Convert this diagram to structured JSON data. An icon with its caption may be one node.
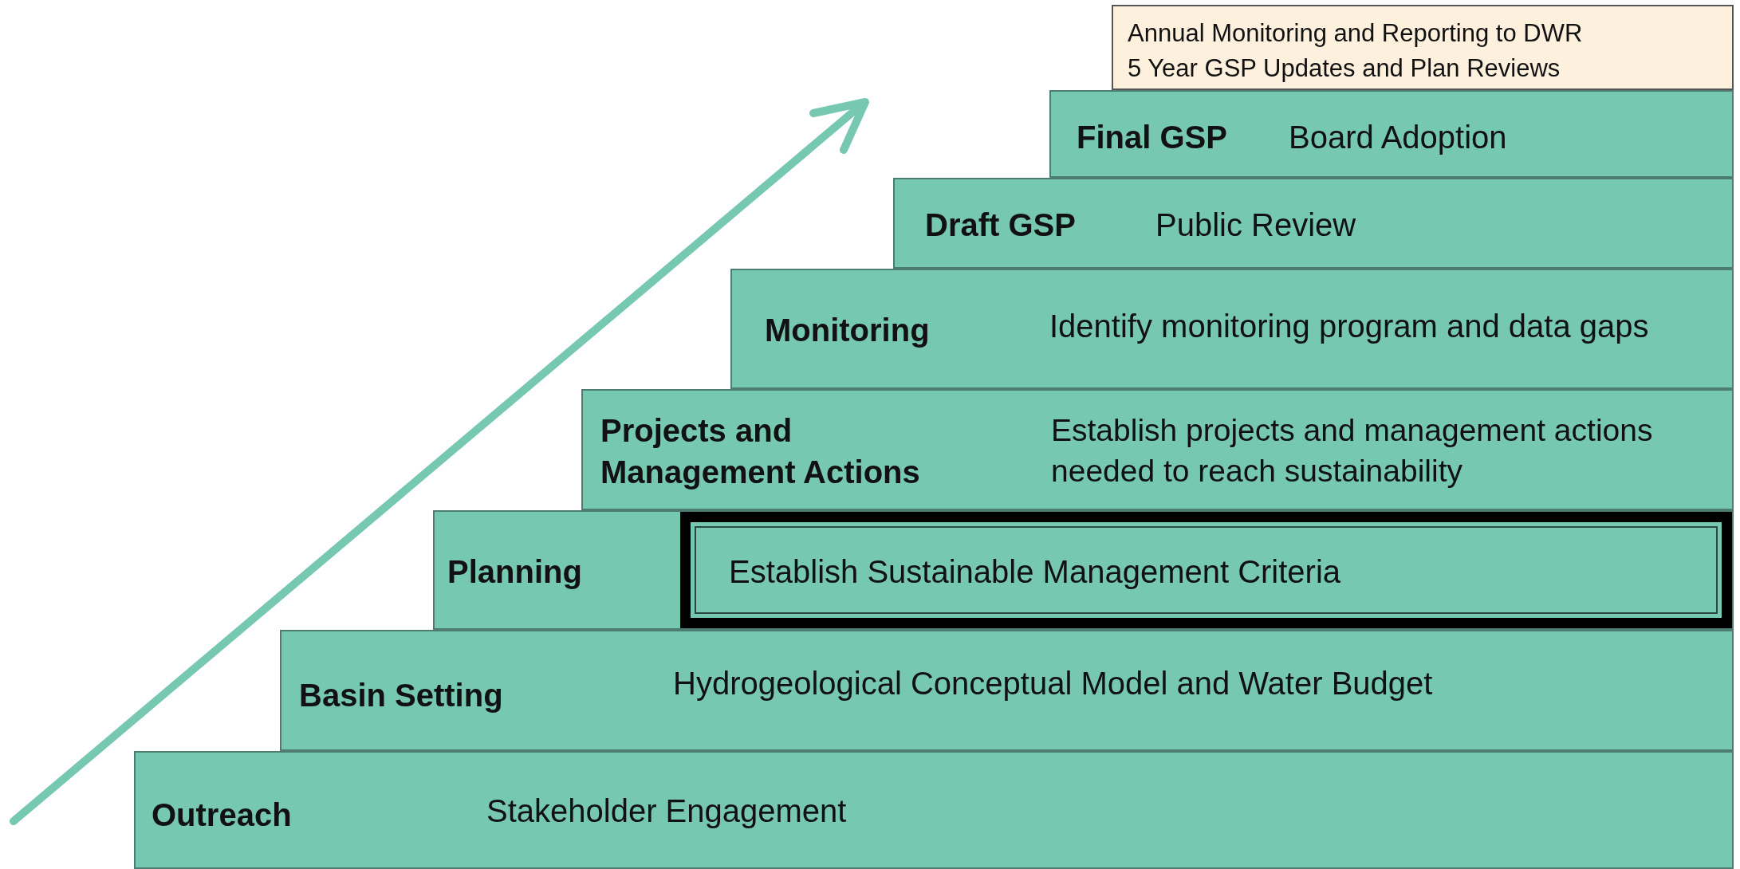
{
  "diagram": {
    "nodes": [
      {
        "text": [
          "Annual Monitoring and Reporting to DWR",
          "5 Year GSP Updates and Plan Reviews"
        ]
      },
      {
        "text": [
          "Final GSP",
          "Board Adoption"
        ]
      },
      {
        "text": [
          "Draft GSP",
          "Public Review"
        ]
      },
      {
        "text": [
          "Monitoring",
          "Identify monitoring program and data gaps"
        ]
      },
      {
        "text": [
          "Projects and Management Actions",
          "Establish projects and management actions needed to reach sustainability"
        ]
      },
      {
        "text": [
          "Planning"
        ]
      },
      {
        "text": [
          "Establish Sustainable Management Criteria"
        ],
        "in": 5
      },
      {
        "text": [
          "Basin Setting",
          "Hydrogeological Conceptual Model and Water Budget"
        ]
      },
      {
        "text": [
          "Outreach",
          "Stakeholder Engagement"
        ]
      }
    ],
    "edges": []
  }
}
